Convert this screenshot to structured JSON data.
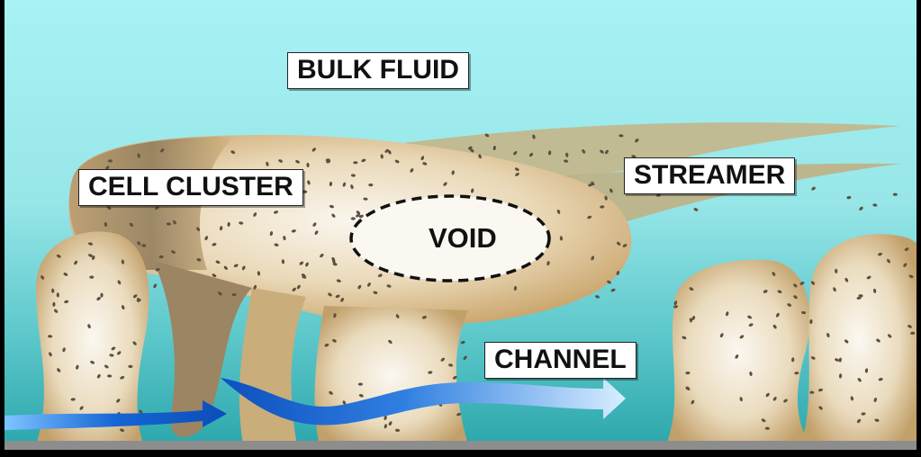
{
  "labels": {
    "bulk_fluid": "BULK FLUID",
    "cell_cluster": "CELL CLUSTER",
    "streamer": "STREAMER",
    "void": "VOID",
    "channel": "CHANNEL"
  },
  "colors": {
    "fluid_top": "#a6f1f3",
    "fluid_bottom": "#3cb3b7",
    "biofilm": "#d2b584",
    "biofilm_light": "#f6efe3",
    "flow_arrow": "#1668d8",
    "substrate": "#8d8d8d"
  },
  "icons": [
    "flow-arrow-icon"
  ]
}
